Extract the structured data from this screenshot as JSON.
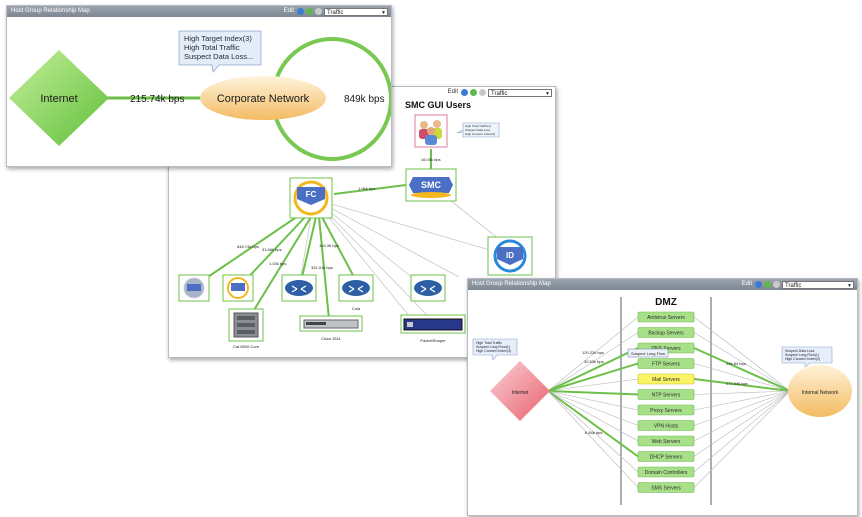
{
  "window1": {
    "title": "Host Group Relationship Map",
    "edit_label": "Edit",
    "view_select": "Traffic",
    "nodes": {
      "internet": "Internet",
      "corporate": "Corporate Network"
    },
    "edge_label": "215.74k bps",
    "self_traffic": "849k bps",
    "callout": [
      "High Target Index(3)",
      "High Total Traffic",
      "Suspect Data Loss..."
    ]
  },
  "window2": {
    "title": "SMC GUI Users",
    "edit_label": "Edit",
    "view_select": "Traffic",
    "badges": {
      "fc": "FC",
      "smc": "SMC",
      "id": "ID"
    },
    "users_callout": [
      "High Total Traffic(1)",
      "Suspect Data Loss",
      "High Concern Index(2)"
    ],
    "labels": {
      "users_to_smc": "16.05k bps",
      "fc_to_smc": "1.96k bps",
      "e1": "648.74k bps",
      "e2": "31.66k bps",
      "e3": "1.03k bps",
      "e4": "104.36 bps",
      "e5": "331.01k bps"
    },
    "devices": {
      "cat": "Cat 6500 Core",
      "cisco": "Cisco 3511",
      "cola": "Cola",
      "packet": "PacketShaper"
    }
  },
  "window3": {
    "title": "Host Group Relationship Map",
    "edit_label": "Edit",
    "view_select": "Traffic",
    "dmz_title": "DMZ",
    "internet": "Internet",
    "internal": "Internal Network",
    "servers": [
      "Antivirus Servers",
      "Backup Servers",
      "DNS Servers",
      "FTP Servers",
      "Mail Servers",
      "NTP Servers",
      "Proxy Servers",
      "VPN Hosts",
      "Web Servers",
      "DHCP Servers",
      "Domain Controllers",
      "SMS Servers"
    ],
    "internet_callout": [
      "High Total Traffic",
      "Suspect Long Flow(1)",
      "High Concern Index(3)"
    ],
    "internal_callout": [
      "Suspect Data Loss",
      "Suspect Long Flow(1)",
      "High Concern Index(2)"
    ],
    "tooltip": "Suspect Long Flow",
    "labels": {
      "l1": "120.22k bps",
      "l2": "20.53k bps",
      "l3": "296.84 bps",
      "l4": "274.04k bps",
      "l5": "6.84k bps"
    }
  }
}
